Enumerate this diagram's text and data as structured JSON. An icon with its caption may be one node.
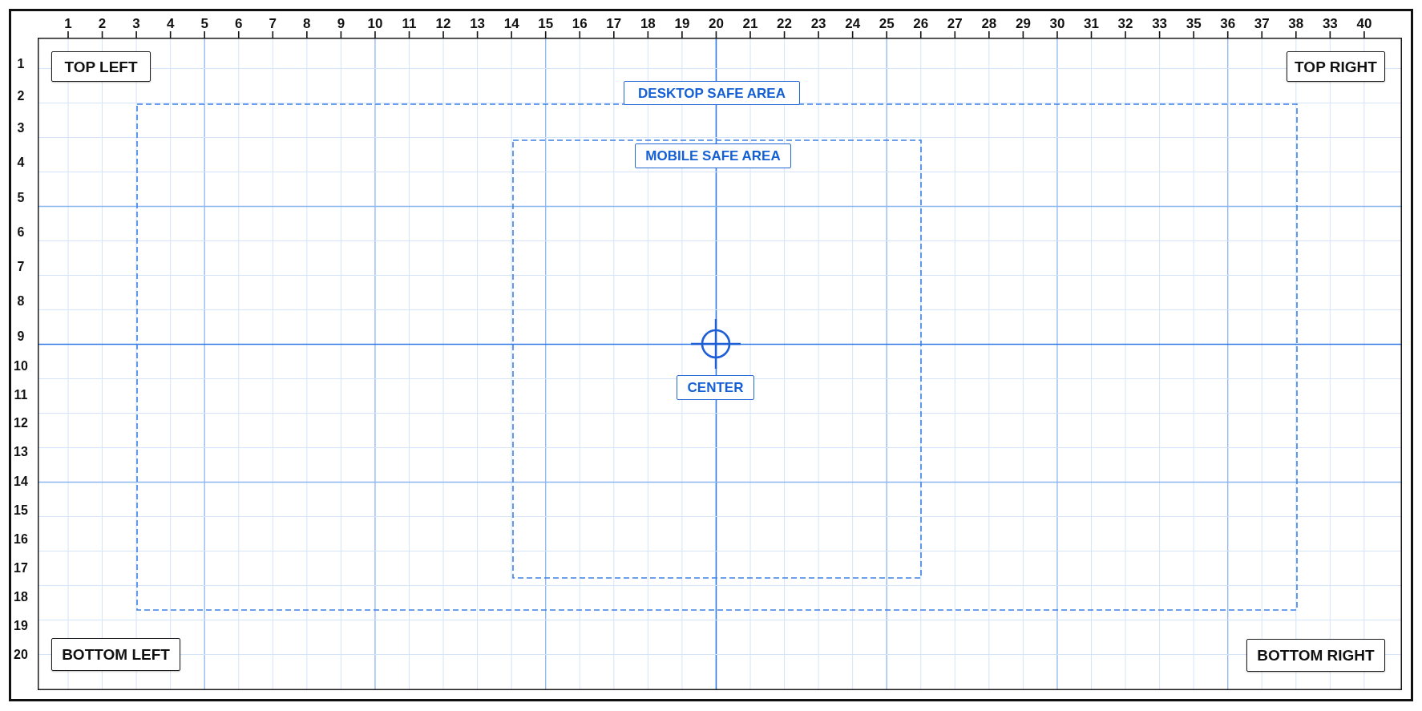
{
  "diagram": {
    "nodes": [
      {
        "text": [
          "TOP LEFT"
        ]
      },
      {
        "text": [
          "TOP RIGHT"
        ]
      },
      {
        "text": [
          "DESKTOP SAFE AREA"
        ]
      },
      {
        "text": [
          "MOBILE SAFE AREA"
        ],
        "in": 2
      },
      {
        "text": [
          "CENTER"
        ],
        "in": 3
      },
      {
        "text": [
          "BOTTOM LEFT"
        ]
      },
      {
        "text": [
          "BOTTOM RIGHT"
        ]
      }
    ],
    "labels": [
      "1",
      "2",
      "3",
      "4",
      "5",
      "6",
      "7",
      "8",
      "9",
      "10",
      "11",
      "12",
      "13",
      "14",
      "15",
      "16",
      "17",
      "18",
      "19",
      "20",
      "21",
      "22",
      "23",
      "24",
      "25",
      "26",
      "27",
      "28",
      "29",
      "30",
      "31",
      "32",
      "33",
      "35",
      "36",
      "37",
      "38",
      "33",
      "40",
      "1",
      "2",
      "3",
      "4",
      "5",
      "6",
      "7",
      "8",
      "9",
      "10",
      "11",
      "12",
      "13",
      "14",
      "15",
      "16",
      "17",
      "18",
      "19",
      "20"
    ]
  }
}
